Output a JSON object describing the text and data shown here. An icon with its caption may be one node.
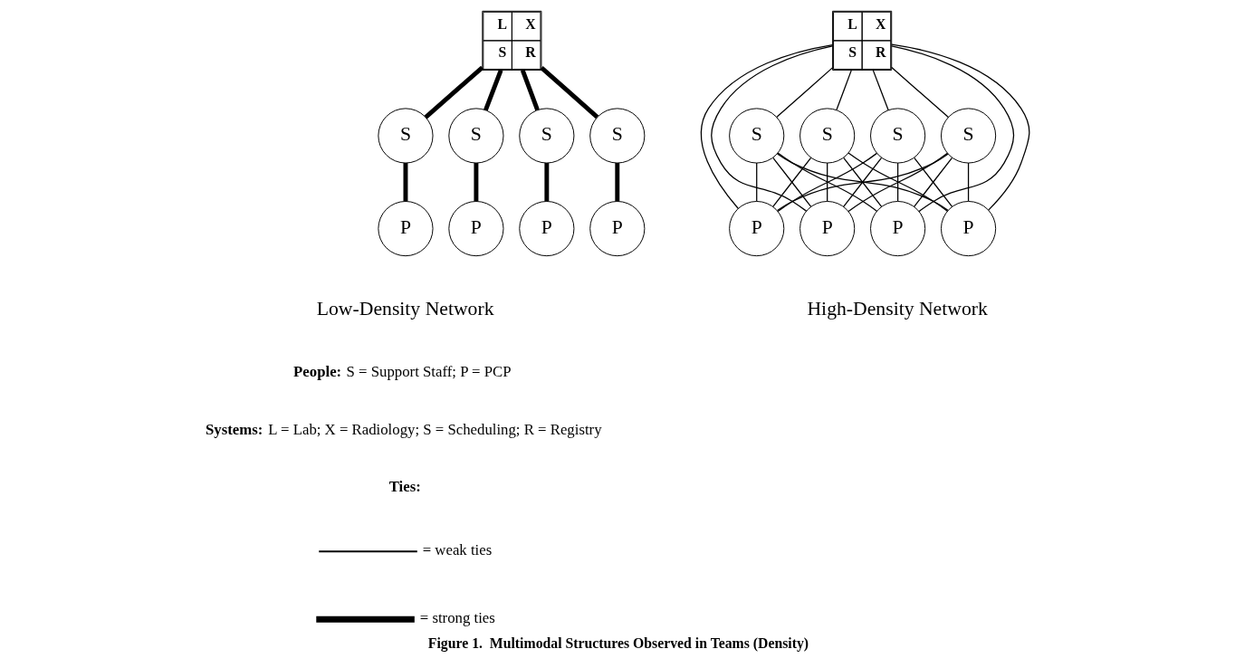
{
  "diagram": {
    "caption": "Figure 1.  Multimodal Structures Observed in Teams (Density)",
    "nodes": [
      {
        "text": [
          "L",
          "X",
          "S",
          "R"
        ]
      },
      {
        "text": [
          "S"
        ]
      },
      {
        "text": [
          "S"
        ]
      },
      {
        "text": [
          "S"
        ]
      },
      {
        "text": [
          "S"
        ]
      },
      {
        "text": [
          "P"
        ]
      },
      {
        "text": [
          "P"
        ]
      },
      {
        "text": [
          "P"
        ]
      },
      {
        "text": [
          "P"
        ]
      },
      {
        "text": [
          "L",
          "X",
          "S",
          "R"
        ]
      },
      {
        "text": [
          "S"
        ]
      },
      {
        "text": [
          "S"
        ]
      },
      {
        "text": [
          "S"
        ]
      },
      {
        "text": [
          "S"
        ]
      },
      {
        "text": [
          "P"
        ]
      },
      {
        "text": [
          "P"
        ]
      },
      {
        "text": [
          "P"
        ]
      },
      {
        "text": [
          "P"
        ]
      }
    ],
    "edges": [
      {
        "from": 0,
        "to": 1,
        "arrow": "none",
        "style": "thick"
      },
      {
        "from": 0,
        "to": 2,
        "arrow": "none",
        "style": "thick"
      },
      {
        "from": 0,
        "to": 3,
        "arrow": "none",
        "style": "thick"
      },
      {
        "from": 0,
        "to": 4,
        "arrow": "none",
        "style": "thick"
      },
      {
        "from": 1,
        "to": 5,
        "arrow": "none",
        "style": "thick"
      },
      {
        "from": 2,
        "to": 6,
        "arrow": "none",
        "style": "thick"
      },
      {
        "from": 3,
        "to": 7,
        "arrow": "none",
        "style": "thick"
      },
      {
        "from": 4,
        "to": 8,
        "arrow": "none",
        "style": "thick"
      },
      {
        "from": 9,
        "to": 10,
        "arrow": "none"
      },
      {
        "from": 9,
        "to": 11,
        "arrow": "none"
      },
      {
        "from": 9,
        "to": 12,
        "arrow": "none"
      },
      {
        "from": 9,
        "to": 13,
        "arrow": "none"
      },
      {
        "from": 9,
        "to": 14,
        "arrow": "none"
      },
      {
        "from": 9,
        "to": 15,
        "arrow": "none"
      },
      {
        "from": 9,
        "to": 16,
        "arrow": "none"
      },
      {
        "from": 9,
        "to": 17,
        "arrow": "none"
      },
      {
        "from": 10,
        "to": 14,
        "arrow": "none"
      },
      {
        "from": 10,
        "to": 15,
        "arrow": "none"
      },
      {
        "from": 10,
        "to": 16,
        "arrow": "none"
      },
      {
        "from": 10,
        "to": 17,
        "arrow": "none"
      },
      {
        "from": 11,
        "to": 14,
        "arrow": "none"
      },
      {
        "from": 11,
        "to": 15,
        "arrow": "none"
      },
      {
        "from": 11,
        "to": 16,
        "arrow": "none"
      },
      {
        "from": 11,
        "to": 17,
        "arrow": "none"
      },
      {
        "from": 12,
        "to": 14,
        "arrow": "none"
      },
      {
        "from": 12,
        "to": 15,
        "arrow": "none"
      },
      {
        "from": 12,
        "to": 16,
        "arrow": "none"
      },
      {
        "from": 12,
        "to": 17,
        "arrow": "none"
      },
      {
        "from": 13,
        "to": 14,
        "arrow": "none"
      },
      {
        "from": 13,
        "to": 15,
        "arrow": "none"
      },
      {
        "from": 13,
        "to": 16,
        "arrow": "none"
      },
      {
        "from": 13,
        "to": 17,
        "arrow": "none"
      }
    ],
    "labels": [
      "Low-Density Network",
      "High-Density Network",
      "**People:**  S = Support Staff; P = PCP",
      "**Systems:**  L = Lab; X = Radiology; S = Scheduling; R = Registry",
      "**Ties:**"
    ],
    "legend": [
      {
        "text": "= weak ties"
      },
      {
        "text": "= strong ties"
      }
    ]
  }
}
